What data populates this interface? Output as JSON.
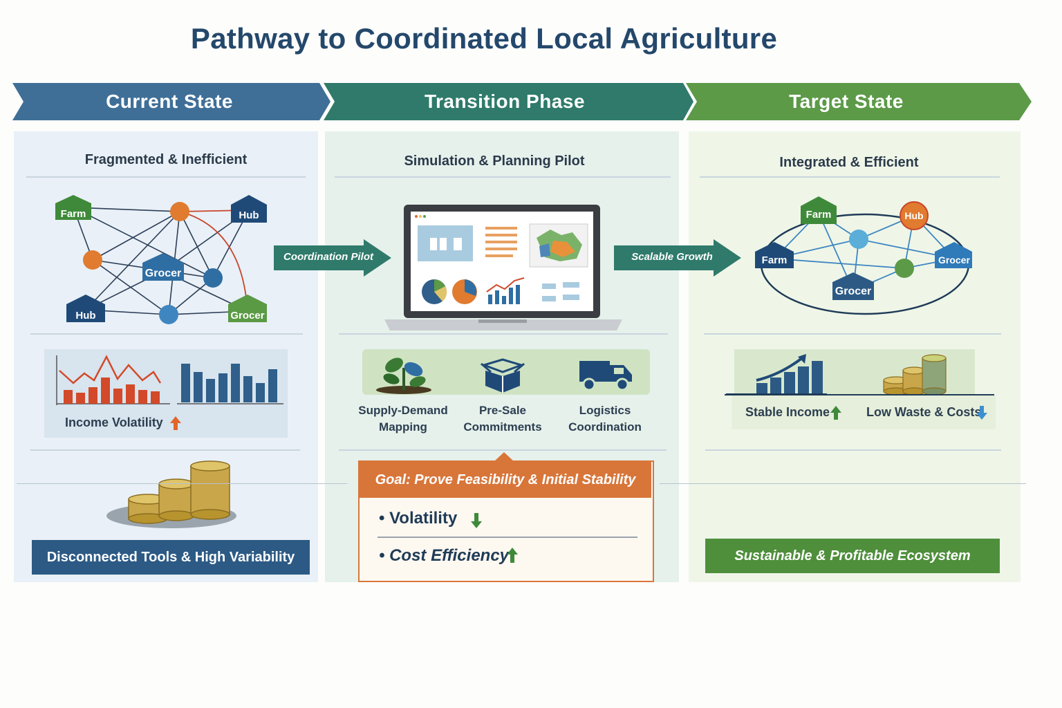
{
  "title": "Pathway to Coordinated Local Agriculture",
  "stages": [
    {
      "label": "Current State",
      "color": "#3f6f97"
    },
    {
      "label": "Transition Phase",
      "color": "#2f7a6b"
    },
    {
      "label": "Target State",
      "color": "#5c9a48"
    }
  ],
  "current": {
    "subtitle": "Fragmented & Inefficient",
    "nodes": [
      "Farm",
      "Hub",
      "Grocer",
      "Hub",
      "Grocer"
    ],
    "metric_label": "Income Volatility",
    "footer": "Disconnected Tools & High Variability"
  },
  "transition": {
    "subtitle": "Simulation & Planning Pilot",
    "arrow_in_label": "Coordination Pilot",
    "steps": [
      {
        "line1": "Supply-Demand",
        "line2": "Mapping",
        "icon": "seedling-icon"
      },
      {
        "line1": "Pre-Sale",
        "line2": "Commitments",
        "icon": "box-icon"
      },
      {
        "line1": "Logistics",
        "line2": "Coordination",
        "icon": "truck-icon"
      }
    ],
    "goal": {
      "prefix": "Goal:",
      "text": "Prove Feasibility & Initial Stability",
      "items": [
        "Volatility",
        "Cost Efficiency"
      ]
    }
  },
  "target": {
    "subtitle": "Integrated & Efficient",
    "arrow_in_label": "Scalable Growth",
    "nodes": [
      "Farm",
      "Hub",
      "Farm",
      "Grocer",
      "Grocer"
    ],
    "metric_income": "Stable Income",
    "metric_costs": "Low Waste & Costs",
    "footer": "Sustainable & Profitable Ecosystem"
  },
  "colors": {
    "orange": "#e07b2f",
    "red": "#c9452a",
    "navy": "#1f4a78",
    "teal": "#2f7a6b",
    "green": "#4f8f3c",
    "up_red": "#e0662a",
    "up_green": "#3f8a3a",
    "down_blue": "#3d8fd0"
  }
}
